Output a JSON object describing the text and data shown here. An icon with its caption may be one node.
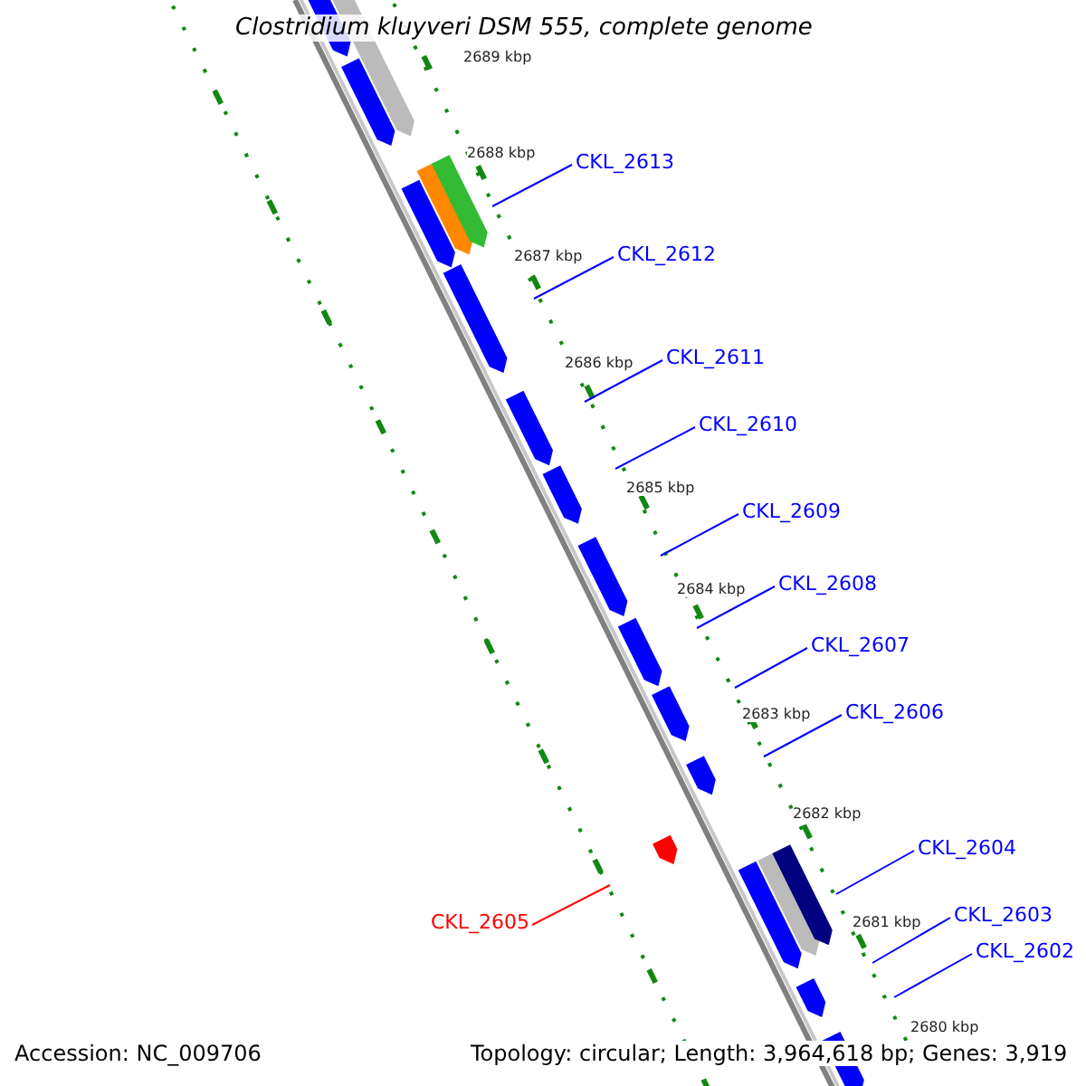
{
  "diagram": {
    "title": "Clostridium kluyveri DSM 555, complete genome",
    "nodes": [
      {
        "text": [
          "CKL_2613"
        ]
      },
      {
        "text": [
          "CKL_2612"
        ]
      },
      {
        "text": [
          "CKL_2611"
        ]
      },
      {
        "text": [
          "CKL_2610"
        ]
      },
      {
        "text": [
          "CKL_2609"
        ]
      },
      {
        "text": [
          "CKL_2608"
        ]
      },
      {
        "text": [
          "CKL_2607"
        ]
      },
      {
        "text": [
          "CKL_2606"
        ]
      },
      {
        "text": [
          "CKL_2604"
        ]
      },
      {
        "text": [
          "CKL_2605"
        ]
      },
      {
        "text": [
          "CKL_2603"
        ]
      },
      {
        "text": [
          "CKL_2602"
        ]
      }
    ],
    "edges": [
      {
        "from": 0,
        "to": null,
        "arrow": "none"
      },
      {
        "from": 1,
        "to": null,
        "arrow": "none"
      },
      {
        "from": 2,
        "to": null,
        "arrow": "none"
      },
      {
        "from": 3,
        "to": null,
        "arrow": "none"
      },
      {
        "from": 4,
        "to": null,
        "arrow": "none"
      },
      {
        "from": 5,
        "to": null,
        "arrow": "none"
      },
      {
        "from": 6,
        "to": null,
        "arrow": "none"
      },
      {
        "from": 7,
        "to": null,
        "arrow": "none"
      },
      {
        "from": 8,
        "to": null,
        "arrow": "none"
      },
      {
        "from": 9,
        "to": null,
        "arrow": "none",
        "color": "#ff0000"
      },
      {
        "from": 10,
        "to": null,
        "arrow": "none"
      },
      {
        "from": 11,
        "to": null,
        "arrow": "none"
      }
    ],
    "labels": [
      "2689 kbp",
      "2688 kbp",
      "2687 kbp",
      "2686 kbp",
      "2685 kbp",
      "2684 kbp",
      "2683 kbp",
      "2682 kbp",
      "2681 kbp",
      "2680 kbp",
      "Accession: NC_009706",
      "Topology: circular; Length: 3,964,618 bp; Genes: 3,919"
    ]
  }
}
